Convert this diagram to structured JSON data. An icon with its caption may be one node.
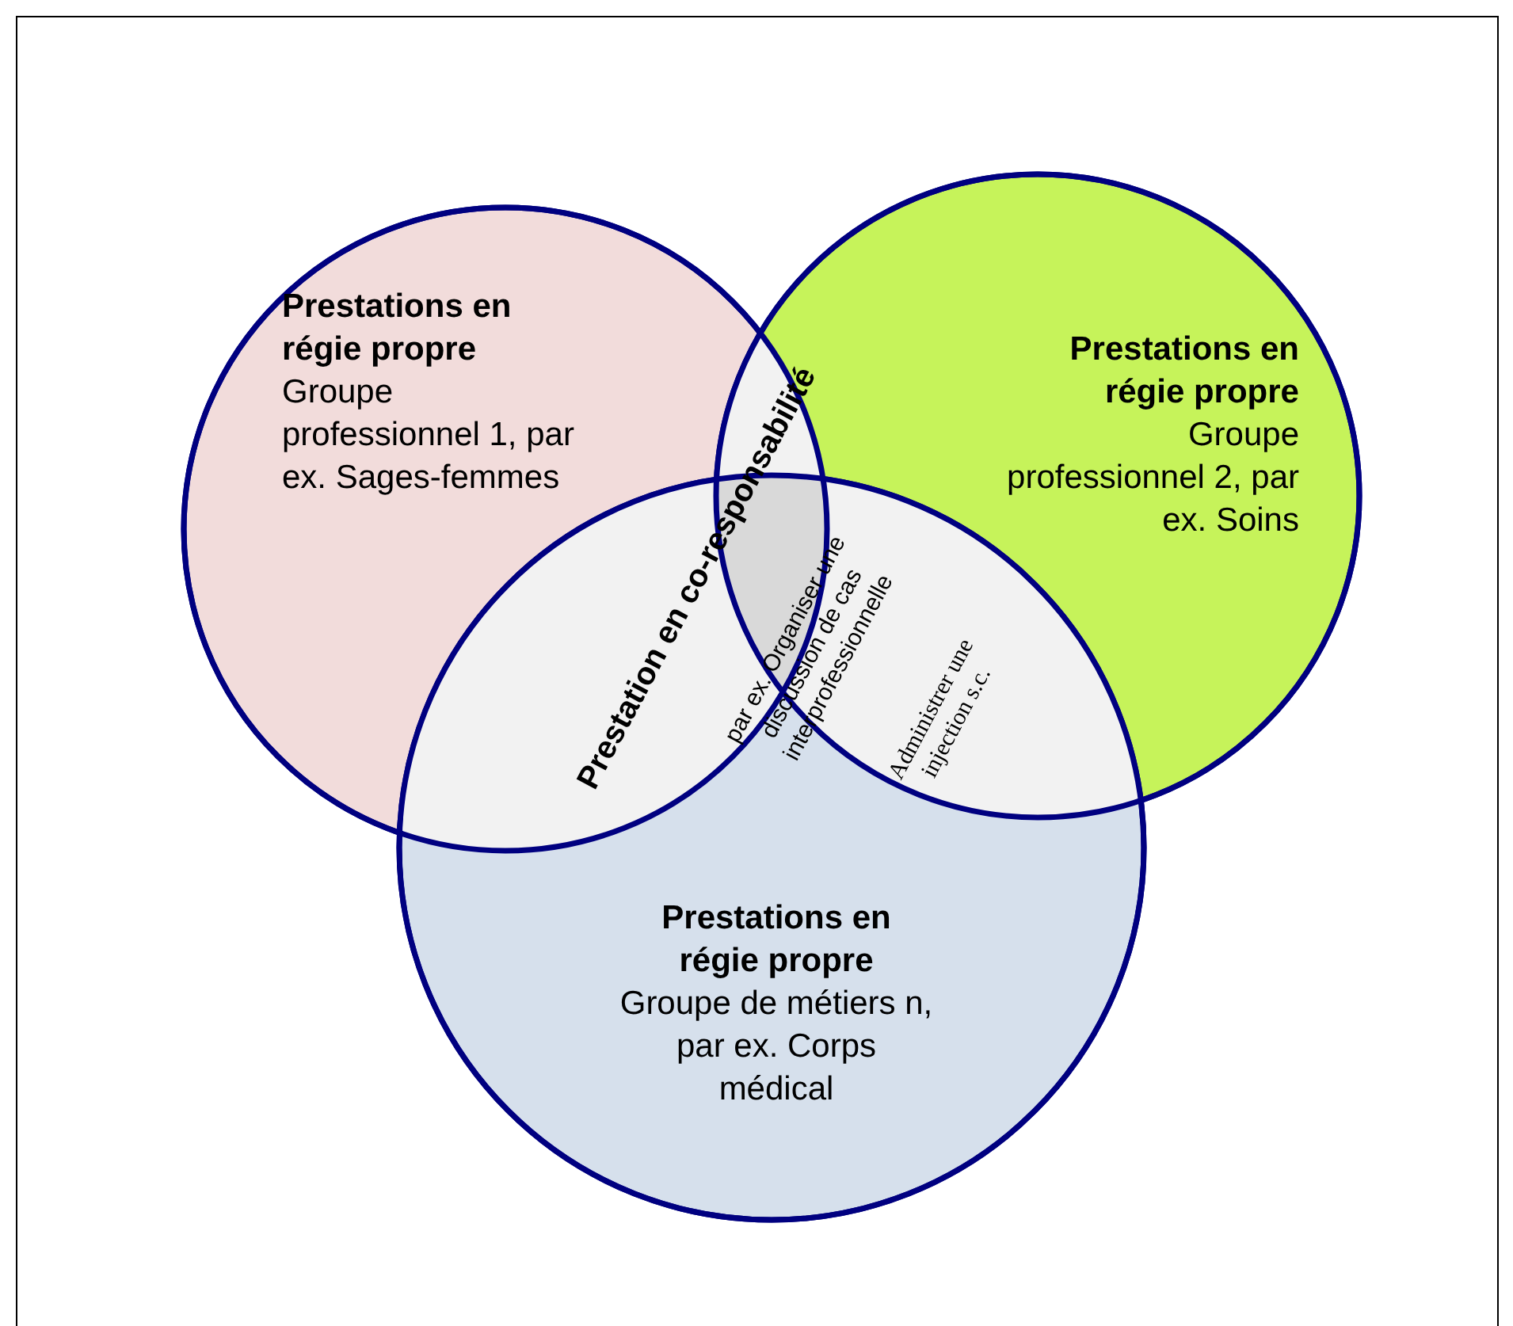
{
  "diagram": {
    "nodes": [
      {
        "text": [
          "Prestations en régie propre",
          "Groupe professionnel 1, par ex. Sages-femmes"
        ]
      },
      {
        "text": [
          "Prestations en régie propre",
          "Groupe professionnel 2, par ex. Soins"
        ]
      },
      {
        "text": [
          "Prestations en régie propre",
          "Groupe de métiers n, par ex. Corps médical"
        ]
      }
    ],
    "edges": [],
    "labels": [
      "Prestation en co-responsabilité",
      "par ex. Organiser une discussion de cas interprofessionnelle",
      "Administrer une injection s.c."
    ]
  }
}
